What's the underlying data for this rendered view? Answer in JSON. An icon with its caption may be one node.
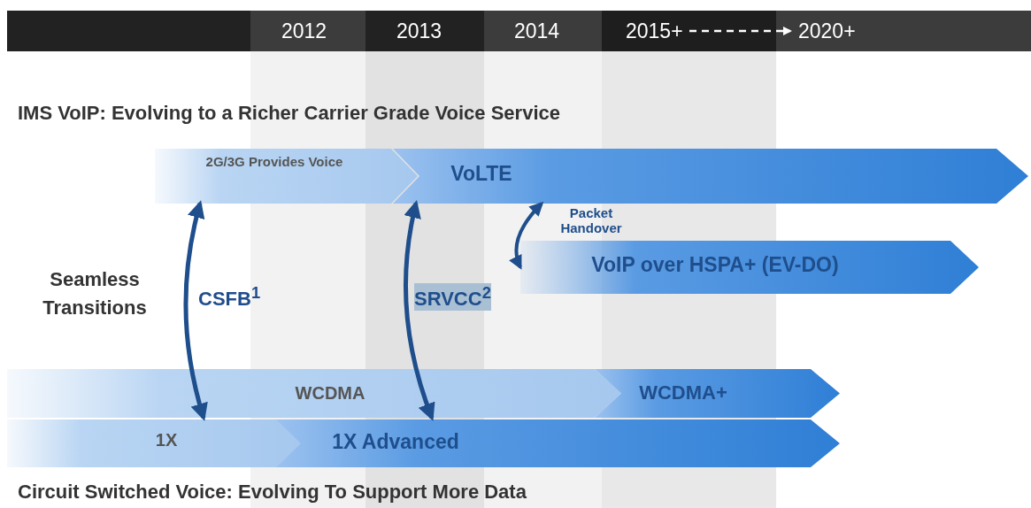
{
  "diagram": {
    "nodes": [
      {
        "text": [
          "2012"
        ]
      },
      {
        "text": [
          "2013"
        ]
      },
      {
        "text": [
          "2014"
        ]
      },
      {
        "text": [
          "2015+"
        ]
      },
      {
        "text": [
          "2020+"
        ]
      },
      {
        "text": [
          "2G/3G Provides Voice"
        ]
      },
      {
        "text": [
          "VoLTE"
        ]
      },
      {
        "text": [
          "VoIP over HSPA+ (EV-DO)"
        ]
      },
      {
        "text": [
          "WCDMA"
        ]
      },
      {
        "text": [
          "WCDMA+"
        ]
      },
      {
        "text": [
          "1X"
        ]
      },
      {
        "text": [
          "1X Advanced"
        ]
      }
    ],
    "edges": [
      {
        "from": 3,
        "to": 4,
        "arrow": "to",
        "style": "dashed",
        "color": "#ffffff"
      },
      {
        "from": 5,
        "to": 8,
        "arrow": "both",
        "label": "CSFB$^{1}$"
      },
      {
        "from": 6,
        "to": 8,
        "arrow": "both",
        "label": "SRVCC$^{2}$"
      },
      {
        "from": 6,
        "to": 7,
        "arrow": "both",
        "label": "Packet Handover"
      }
    ],
    "labels": [
      "IMS VoIP: Evolving to a Richer Carrier Grade Voice Service",
      "Seamless Transitions",
      "Circuit Switched Voice: Evolving To Support More Data"
    ]
  }
}
